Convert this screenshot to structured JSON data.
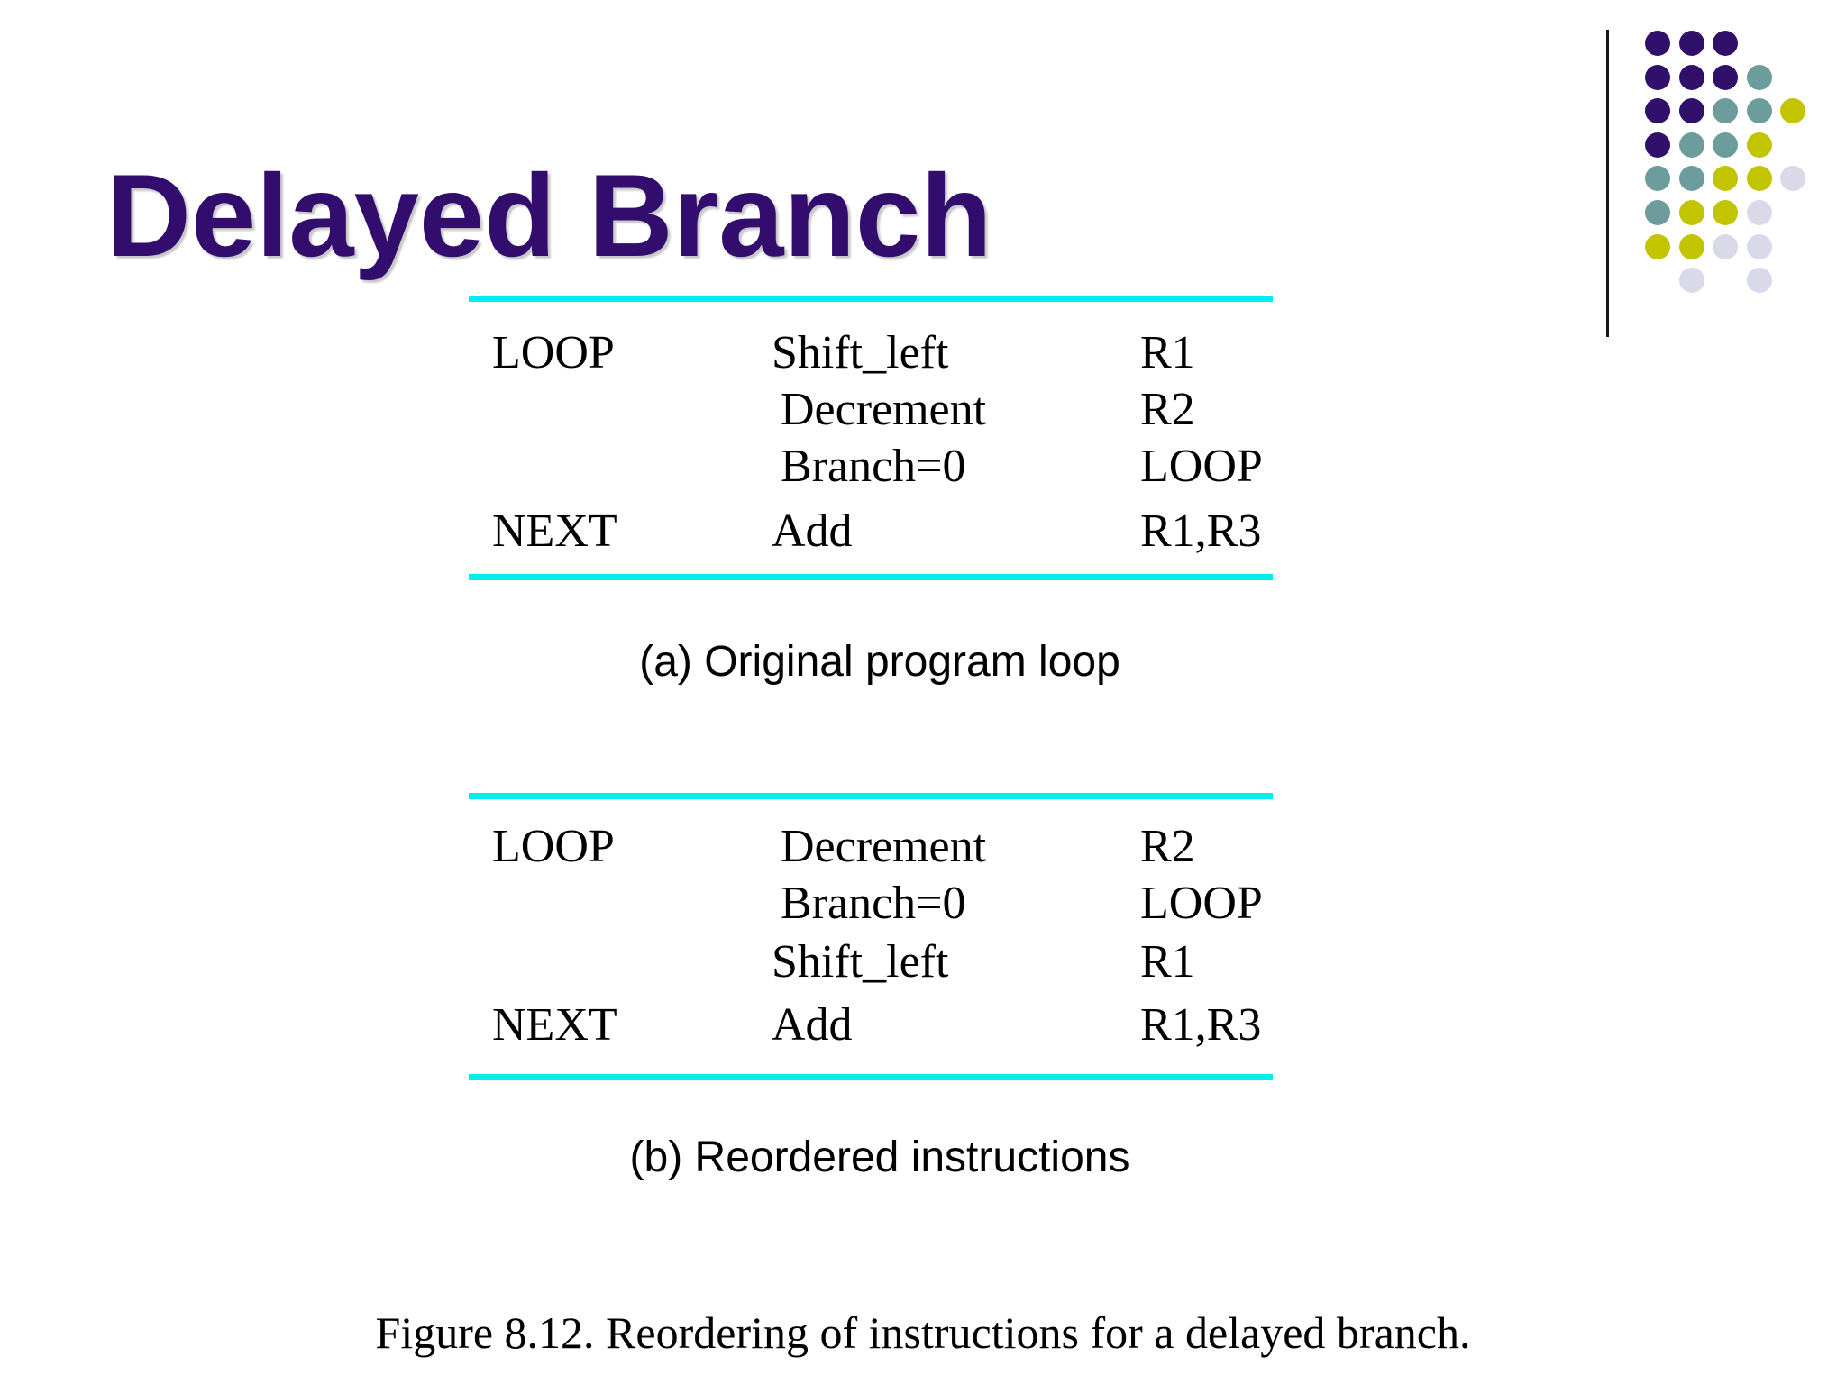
{
  "slide": {
    "title": "Delayed Branch",
    "colors": {
      "title": "#330D6E",
      "line": "#00EEEE",
      "text": "#000000",
      "dot_purple": "#31106B",
      "dot_teal": "#6D9C9C",
      "dot_yellow": "#C2C400",
      "dot_lavender": "#D9D9E8"
    }
  },
  "table_a": {
    "caption": "(a) Original program loop",
    "rows": [
      {
        "label": "LOOP",
        "instruction": "Shift_left",
        "operand": "R1"
      },
      {
        "label": "",
        "instruction": "Decrement",
        "operand": "R2"
      },
      {
        "label": "",
        "instruction": "Branch=0",
        "operand": "LOOP"
      },
      {
        "label": "NEXT",
        "instruction": "Add",
        "operand": "R1,R3"
      }
    ]
  },
  "table_b": {
    "caption": "(b) Reordered instructions",
    "rows": [
      {
        "label": "LOOP",
        "instruction": "Decrement",
        "operand": "R2"
      },
      {
        "label": "",
        "instruction": "Branch=0",
        "operand": "LOOP"
      },
      {
        "label": "",
        "instruction": "Shift_left",
        "operand": "R1"
      },
      {
        "label": "NEXT",
        "instruction": "Add",
        "operand": "R1,R3"
      }
    ]
  },
  "figure_caption": "Figure 8.12. Reordering of instructions for a delayed branch.",
  "decoration": {
    "dot_pattern": [
      [
        "P",
        "P",
        "P",
        "",
        ""
      ],
      [
        "P",
        "P",
        "P",
        "T",
        ""
      ],
      [
        "P",
        "P",
        "T",
        "T",
        "Y"
      ],
      [
        "P",
        "T",
        "T",
        "Y",
        ""
      ],
      [
        "T",
        "T",
        "Y",
        "Y",
        "L"
      ],
      [
        "T",
        "Y",
        "Y",
        "L",
        ""
      ],
      [
        "Y",
        "Y",
        "L",
        "L",
        ""
      ],
      [
        "",
        "L",
        "",
        "L",
        ""
      ]
    ]
  }
}
